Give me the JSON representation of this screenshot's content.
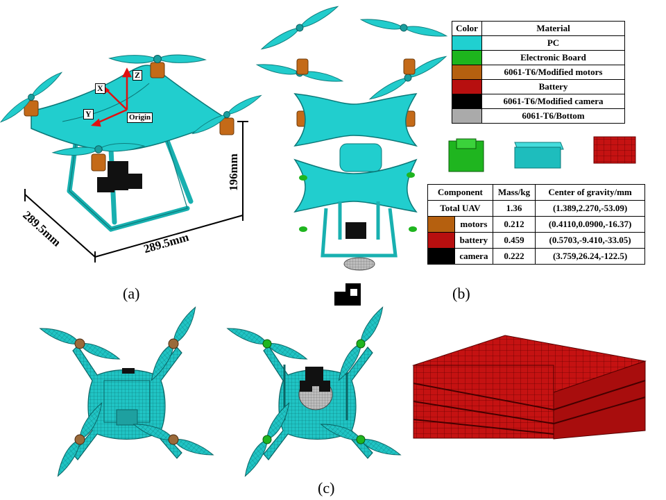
{
  "panels": {
    "a": "(a)",
    "b": "(b)",
    "c": "(c)"
  },
  "dimensions": {
    "width_left": "289.5mm",
    "width_front": "289.5mm",
    "height": "196mm"
  },
  "axes": {
    "x": "X",
    "y": "Y",
    "z": "Z",
    "origin": "Origin"
  },
  "material_table": {
    "headers": [
      "Color",
      "Material"
    ],
    "rows": [
      {
        "color": "#20d0d0",
        "material": "PC"
      },
      {
        "color": "#1db51d",
        "material": "Electronic Board"
      },
      {
        "color": "#b5600f",
        "material": "6061-T6/Modified motors"
      },
      {
        "color": "#b70f0f",
        "material": "Battery"
      },
      {
        "color": "#000000",
        "material": "6061-T6/Modified camera"
      },
      {
        "color": "#aaaaaa",
        "material": "6061-T6/Bottom"
      }
    ]
  },
  "component_table": {
    "headers": [
      "Component",
      "Mass/kg",
      "Center of gravity/mm"
    ],
    "total": {
      "component": "Total UAV",
      "mass": "1.36",
      "cog": "(1.389,2.270,-53.09)"
    },
    "rows": [
      {
        "color": "#b5600f",
        "component": "motors",
        "mass": "0.212",
        "cog": "(0.4110,0.0900,-16.37)"
      },
      {
        "color": "#b70f0f",
        "component": "battery",
        "mass": "0.459",
        "cog": "(0.5703,-9.410,-33.05)"
      },
      {
        "color": "#000000",
        "component": "camera",
        "mass": "0.222",
        "cog": "(3.759,26.24,-122.5)"
      }
    ]
  },
  "colors": {
    "pc": "#20d0d0",
    "pc_dark": "#0f8f8f",
    "motor": "#c46a18",
    "battery": "#c01515",
    "board": "#1fb51f",
    "camera": "#111111",
    "bottom": "#b0b0b0",
    "axis": "#e01010"
  }
}
